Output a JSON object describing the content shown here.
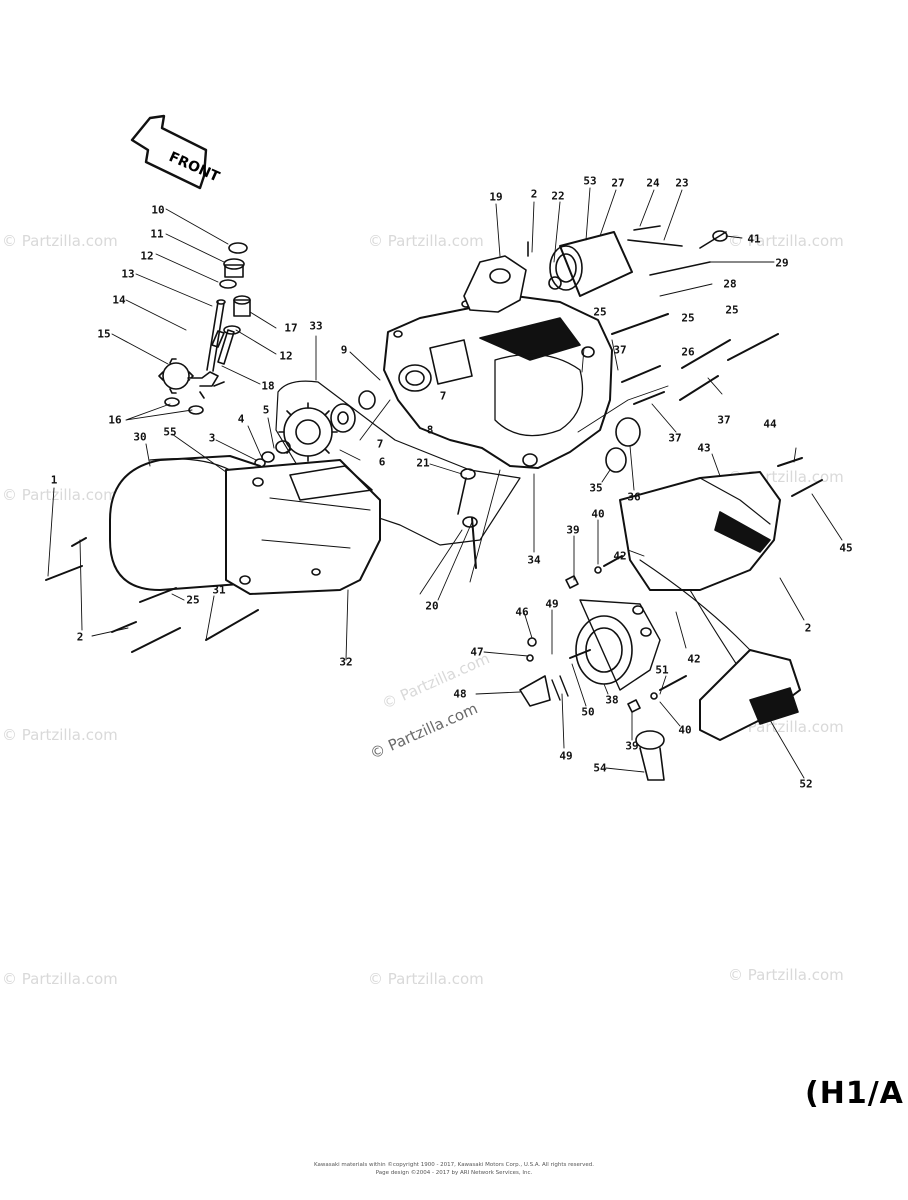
{
  "watermark": "© Partzilla.com",
  "front_arrow_text": "FRONT",
  "model_code": "(H1/A",
  "footer": {
    "line1": "Kawasaki materials within ©copyright 1900 - 2017, Kawasaki Motors Corp., U.S.A. All rights reserved.",
    "line2": "Page design ©2004 - 2017 by ARI Network Services, Inc."
  },
  "part_labels": [
    {
      "id": "p10",
      "text": "10"
    },
    {
      "id": "p11",
      "text": "11"
    },
    {
      "id": "p12a",
      "text": "12"
    },
    {
      "id": "p13",
      "text": "13"
    },
    {
      "id": "p14",
      "text": "14"
    },
    {
      "id": "p15",
      "text": "15"
    },
    {
      "id": "p16",
      "text": "16"
    },
    {
      "id": "p17",
      "text": "17"
    },
    {
      "id": "p12b",
      "text": "12"
    },
    {
      "id": "p18",
      "text": "18"
    },
    {
      "id": "p33",
      "text": "33"
    },
    {
      "id": "p9",
      "text": "9"
    },
    {
      "id": "p19",
      "text": "19"
    },
    {
      "id": "p2a",
      "text": "2"
    },
    {
      "id": "p22",
      "text": "22"
    },
    {
      "id": "p53",
      "text": "53"
    },
    {
      "id": "p27",
      "text": "27"
    },
    {
      "id": "p24",
      "text": "24"
    },
    {
      "id": "p23",
      "text": "23"
    },
    {
      "id": "p41",
      "text": "41"
    },
    {
      "id": "p29",
      "text": "29"
    },
    {
      "id": "p28",
      "text": "28"
    },
    {
      "id": "p25a",
      "text": "25"
    },
    {
      "id": "p25b",
      "text": "25"
    },
    {
      "id": "p25c",
      "text": "25"
    },
    {
      "id": "p26",
      "text": "26"
    },
    {
      "id": "p37a",
      "text": "37"
    },
    {
      "id": "p37b",
      "text": "37"
    },
    {
      "id": "p37c",
      "text": "37"
    },
    {
      "id": "p7a",
      "text": "7"
    },
    {
      "id": "p8a",
      "text": "8"
    },
    {
      "id": "p7b",
      "text": "7"
    },
    {
      "id": "p4",
      "text": "4"
    },
    {
      "id": "p5",
      "text": "5"
    },
    {
      "id": "p3",
      "text": "3"
    },
    {
      "id": "p6",
      "text": "6"
    },
    {
      "id": "p30",
      "text": "30"
    },
    {
      "id": "p55",
      "text": "55"
    },
    {
      "id": "p21",
      "text": "21"
    },
    {
      "id": "p35",
      "text": "35"
    },
    {
      "id": "p36",
      "text": "36"
    },
    {
      "id": "p44",
      "text": "44"
    },
    {
      "id": "p43",
      "text": "43"
    },
    {
      "id": "p45",
      "text": "45"
    },
    {
      "id": "p1",
      "text": "1"
    },
    {
      "id": "p34",
      "text": "34"
    },
    {
      "id": "p39a",
      "text": "39"
    },
    {
      "id": "p40a",
      "text": "40"
    },
    {
      "id": "p42a",
      "text": "42"
    },
    {
      "id": "p20",
      "text": "20"
    },
    {
      "id": "p2b",
      "text": "2"
    },
    {
      "id": "p25d",
      "text": "25"
    },
    {
      "id": "p31",
      "text": "31"
    },
    {
      "id": "p2c",
      "text": "2"
    },
    {
      "id": "p46",
      "text": "46"
    },
    {
      "id": "p49a",
      "text": "49"
    },
    {
      "id": "p47",
      "text": "47"
    },
    {
      "id": "p42b",
      "text": "42"
    },
    {
      "id": "p32",
      "text": "32"
    },
    {
      "id": "p51",
      "text": "51"
    },
    {
      "id": "p48",
      "text": "48"
    },
    {
      "id": "p50",
      "text": "50"
    },
    {
      "id": "p38",
      "text": "38"
    },
    {
      "id": "p40b",
      "text": "40"
    },
    {
      "id": "p39b",
      "text": "39"
    },
    {
      "id": "p49b",
      "text": "49"
    },
    {
      "id": "p54",
      "text": "54"
    },
    {
      "id": "p52",
      "text": "52"
    }
  ]
}
